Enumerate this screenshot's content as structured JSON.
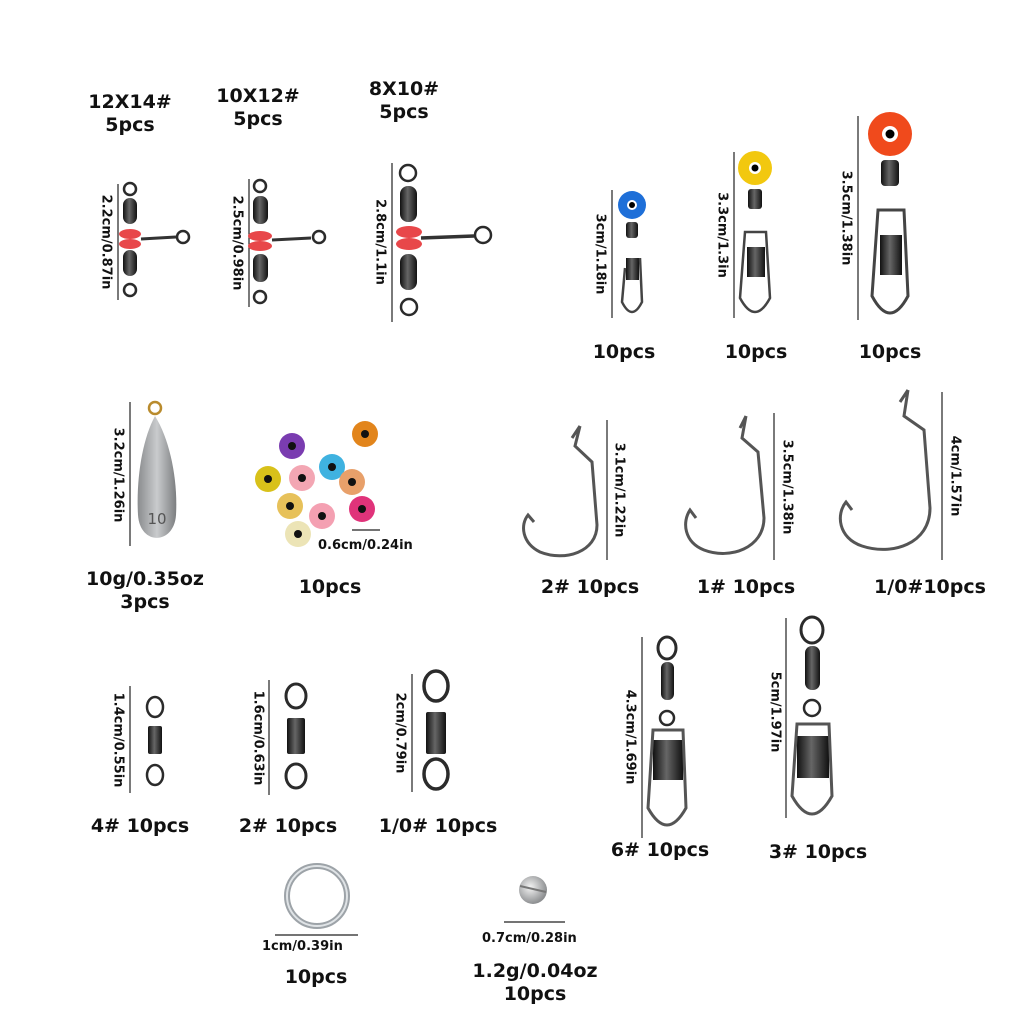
{
  "tripleSwivels": [
    {
      "size": "12X14#",
      "qty": "5pcs",
      "dim": "2.2cm/0.87in"
    },
    {
      "size": "10X12#",
      "qty": "5pcs",
      "dim": "2.5cm/0.98in"
    },
    {
      "size": "8X10#",
      "qty": "5pcs",
      "dim": "2.8cm/1.1in"
    }
  ],
  "floatSwivels": [
    {
      "qty": "10pcs",
      "dim": "3cm/1.18in",
      "color": "#1e6fd8"
    },
    {
      "qty": "10pcs",
      "dim": "3.3cm/1.3in",
      "color": "#f2c80f"
    },
    {
      "qty": "10pcs",
      "dim": "3.5cm/1.38in",
      "color": "#f04a1c"
    }
  ],
  "sinker": {
    "weight": "10g/0.35oz",
    "qty": "3pcs",
    "dim": "3.2cm/1.26in",
    "mark": "10"
  },
  "beads": {
    "qty": "10pcs",
    "dim": "0.6cm/0.24in"
  },
  "hooks": [
    {
      "label": "2# 10pcs",
      "dim": "3.1cm/1.22in"
    },
    {
      "label": "1# 10pcs",
      "dim": "3.5cm/1.38in"
    },
    {
      "label": "1/0#10pcs",
      "dim": "4cm/1.57in"
    }
  ],
  "rollingSwivels": [
    {
      "label": "4# 10pcs",
      "dim": "1.4cm/0.55in"
    },
    {
      "label": "2# 10pcs",
      "dim": "1.6cm/0.63in"
    },
    {
      "label": "1/0# 10pcs",
      "dim": "2cm/0.79in"
    }
  ],
  "snapSwivels": [
    {
      "label": "6# 10pcs",
      "dim": "4.3cm/1.69in"
    },
    {
      "label": "3# 10pcs",
      "dim": "5cm/1.97in"
    }
  ],
  "splitRing": {
    "qty": "10pcs",
    "dim": "1cm/0.39in"
  },
  "splitShot": {
    "weight": "1.2g/0.04oz",
    "qty": "10pcs",
    "dim": "0.7cm/0.28in"
  }
}
